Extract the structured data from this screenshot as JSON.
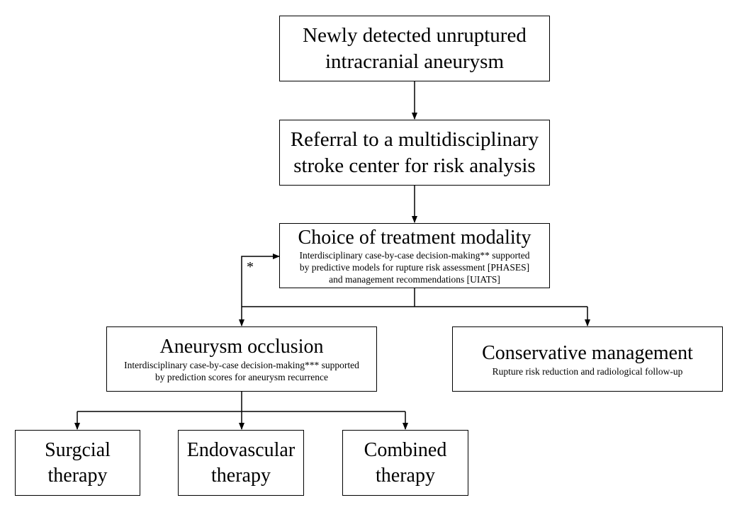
{
  "diagram": {
    "nodes": {
      "detected": {
        "title_lines": [
          "Newly detected unruptured",
          "intracranial aneurysm"
        ]
      },
      "referral": {
        "title_lines": [
          "Referral to a multidisciplinary",
          "stroke center for risk analysis"
        ]
      },
      "choice": {
        "title": "Choice of treatment modality",
        "sub_lines": [
          "Interdisciplinary case-by-case decision-making** supported",
          "by predictive models for rupture risk assessment [PHASES]",
          "and management recommendations [UIATS]"
        ]
      },
      "occlusion": {
        "title": "Aneurysm occlusion",
        "sub_lines": [
          "Interdisciplinary case-by-case decision-making*** supported",
          "by prediction scores for aneurysm recurrence"
        ]
      },
      "conservative": {
        "title": "Conservative management",
        "sub": "Rupture risk reduction and radiological follow-up"
      },
      "surgical": {
        "title_lines": [
          "Surgcial",
          "therapy"
        ]
      },
      "endovascular": {
        "title_lines": [
          "Endovascular",
          "therapy"
        ]
      },
      "combined": {
        "title_lines": [
          "Combined",
          "therapy"
        ]
      }
    },
    "feedback_mark": "*",
    "colors": {
      "line": "#000000",
      "box_border": "#000000",
      "background": "#ffffff"
    }
  }
}
